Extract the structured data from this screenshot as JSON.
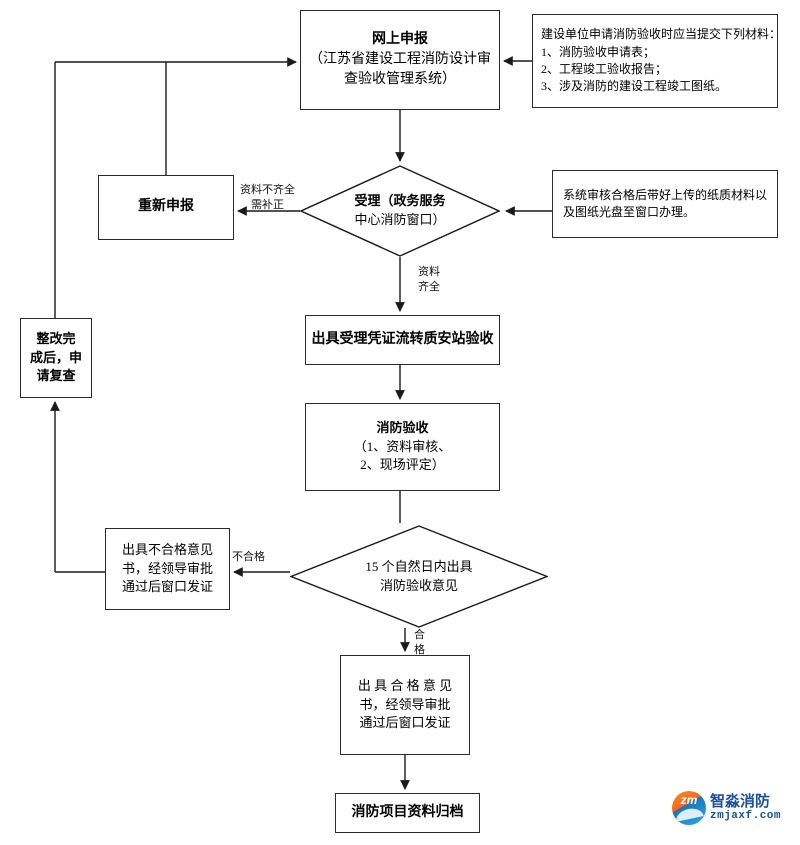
{
  "diagram": {
    "type": "flowchart",
    "title": "消防验收办理流程图",
    "stroke_color": "#2b2b2b",
    "background": "#ffffff"
  },
  "nodes": {
    "online_declaration": {
      "shape": "rectangle",
      "lines": [
        "网上申报",
        "（江苏省建设工程消防设计审",
        "查验收管理系统）"
      ]
    },
    "materials_note": {
      "shape": "rectangle",
      "lines": [
        "建设单位申请消防验收时应当提交下列材料：",
        "1、消防验收申请表；",
        "2、工程竣工验收报告；",
        "3、涉及消防的建设工程竣工图纸。"
      ]
    },
    "refile": {
      "shape": "rectangle",
      "lines": [
        "重新申报"
      ]
    },
    "acceptance": {
      "shape": "diamond",
      "lines": [
        "受理（政务服务",
        "中心消防窗口）"
      ]
    },
    "system_note": {
      "shape": "rectangle",
      "lines": [
        "系统审核合格后带好上传的纸质材料以",
        "及图纸光盘至窗口办理。"
      ]
    },
    "issue_voucher": {
      "shape": "rectangle",
      "lines": [
        "出具受理凭证流转质安站验收"
      ]
    },
    "fire_inspection": {
      "shape": "rectangle",
      "lines": [
        "消防验收",
        "（1、资料审核、",
        "2、现场评定）"
      ]
    },
    "decision": {
      "shape": "diamond",
      "lines": [
        "15 个自然日内出具",
        "消防验收意见"
      ]
    },
    "fail_opinion": {
      "shape": "rectangle",
      "lines": [
        "出具不合格意见",
        "书，经领导审批",
        "通过后窗口发证"
      ]
    },
    "rectify": {
      "shape": "rectangle",
      "lines": [
        "整改完",
        "成后，申",
        "请复查"
      ]
    },
    "pass_opinion": {
      "shape": "rectangle",
      "lines": [
        "出 具 合 格 意 见",
        "书，经领导审批",
        "通过后窗口发证"
      ]
    },
    "archive": {
      "shape": "rectangle",
      "lines": [
        "消防项目资料归档"
      ]
    }
  },
  "edge_labels": {
    "incomplete": [
      "资料不齐全",
      "需补正"
    ],
    "complete": [
      "资料",
      "齐全"
    ],
    "fail": [
      "不合格"
    ],
    "pass": [
      "合",
      "格"
    ]
  },
  "watermark": {
    "mark_text": "zm",
    "brand_cn": "智淼消防",
    "brand_url": "zmjaxf.com",
    "brand_color": "#1b4f9c",
    "accent_color": "#f26522"
  }
}
